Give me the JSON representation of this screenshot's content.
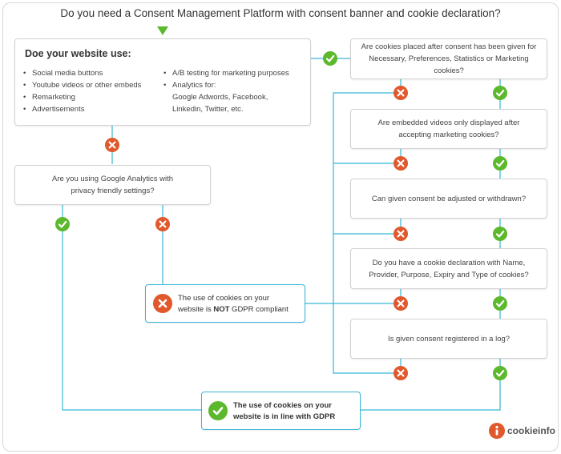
{
  "title": "Do you need a Consent Management Platform with consent banner and cookie declaration?",
  "uses": {
    "heading": "Doe your website use:",
    "left": [
      "Social media buttons",
      "Youtube videos or other embeds",
      "Remarketing",
      "Advertisements"
    ],
    "right": [
      "A/B testing for marketing purposes",
      "Analytics for:",
      "Google Adwords, Facebook,",
      "Linkedin, Twitter, etc."
    ]
  },
  "ga_question": [
    "Are you using Google Analytics with",
    "privacy friendly settings?"
  ],
  "questions": [
    [
      "Are cookies placed after consent has been given for",
      "Necessary, Preferences, Statistics or Marketing cookies?"
    ],
    [
      "Are embedded videos only displayed after",
      "accepting marketing cookies?"
    ],
    [
      "Can given consent be adjusted or withdrawn?"
    ],
    [
      "Do you have a cookie declaration with Name,",
      "Provider, Purpose, Expiry and Type of cookies?"
    ],
    [
      "Is given consent registered in a log?"
    ]
  ],
  "not_compliant": {
    "line1": "The use of cookies on your",
    "pre": "website is ",
    "bold": "NOT",
    "post": " GDPR compliant"
  },
  "compliant": {
    "line1": "The use of cookies on your",
    "line2": "website is in line with GDPR"
  },
  "logo": {
    "text": "cookieinfo"
  },
  "colors": {
    "yes": "#5cb82c",
    "no": "#e0582c",
    "line": "#37b6d6",
    "start": "#5cb82c"
  }
}
